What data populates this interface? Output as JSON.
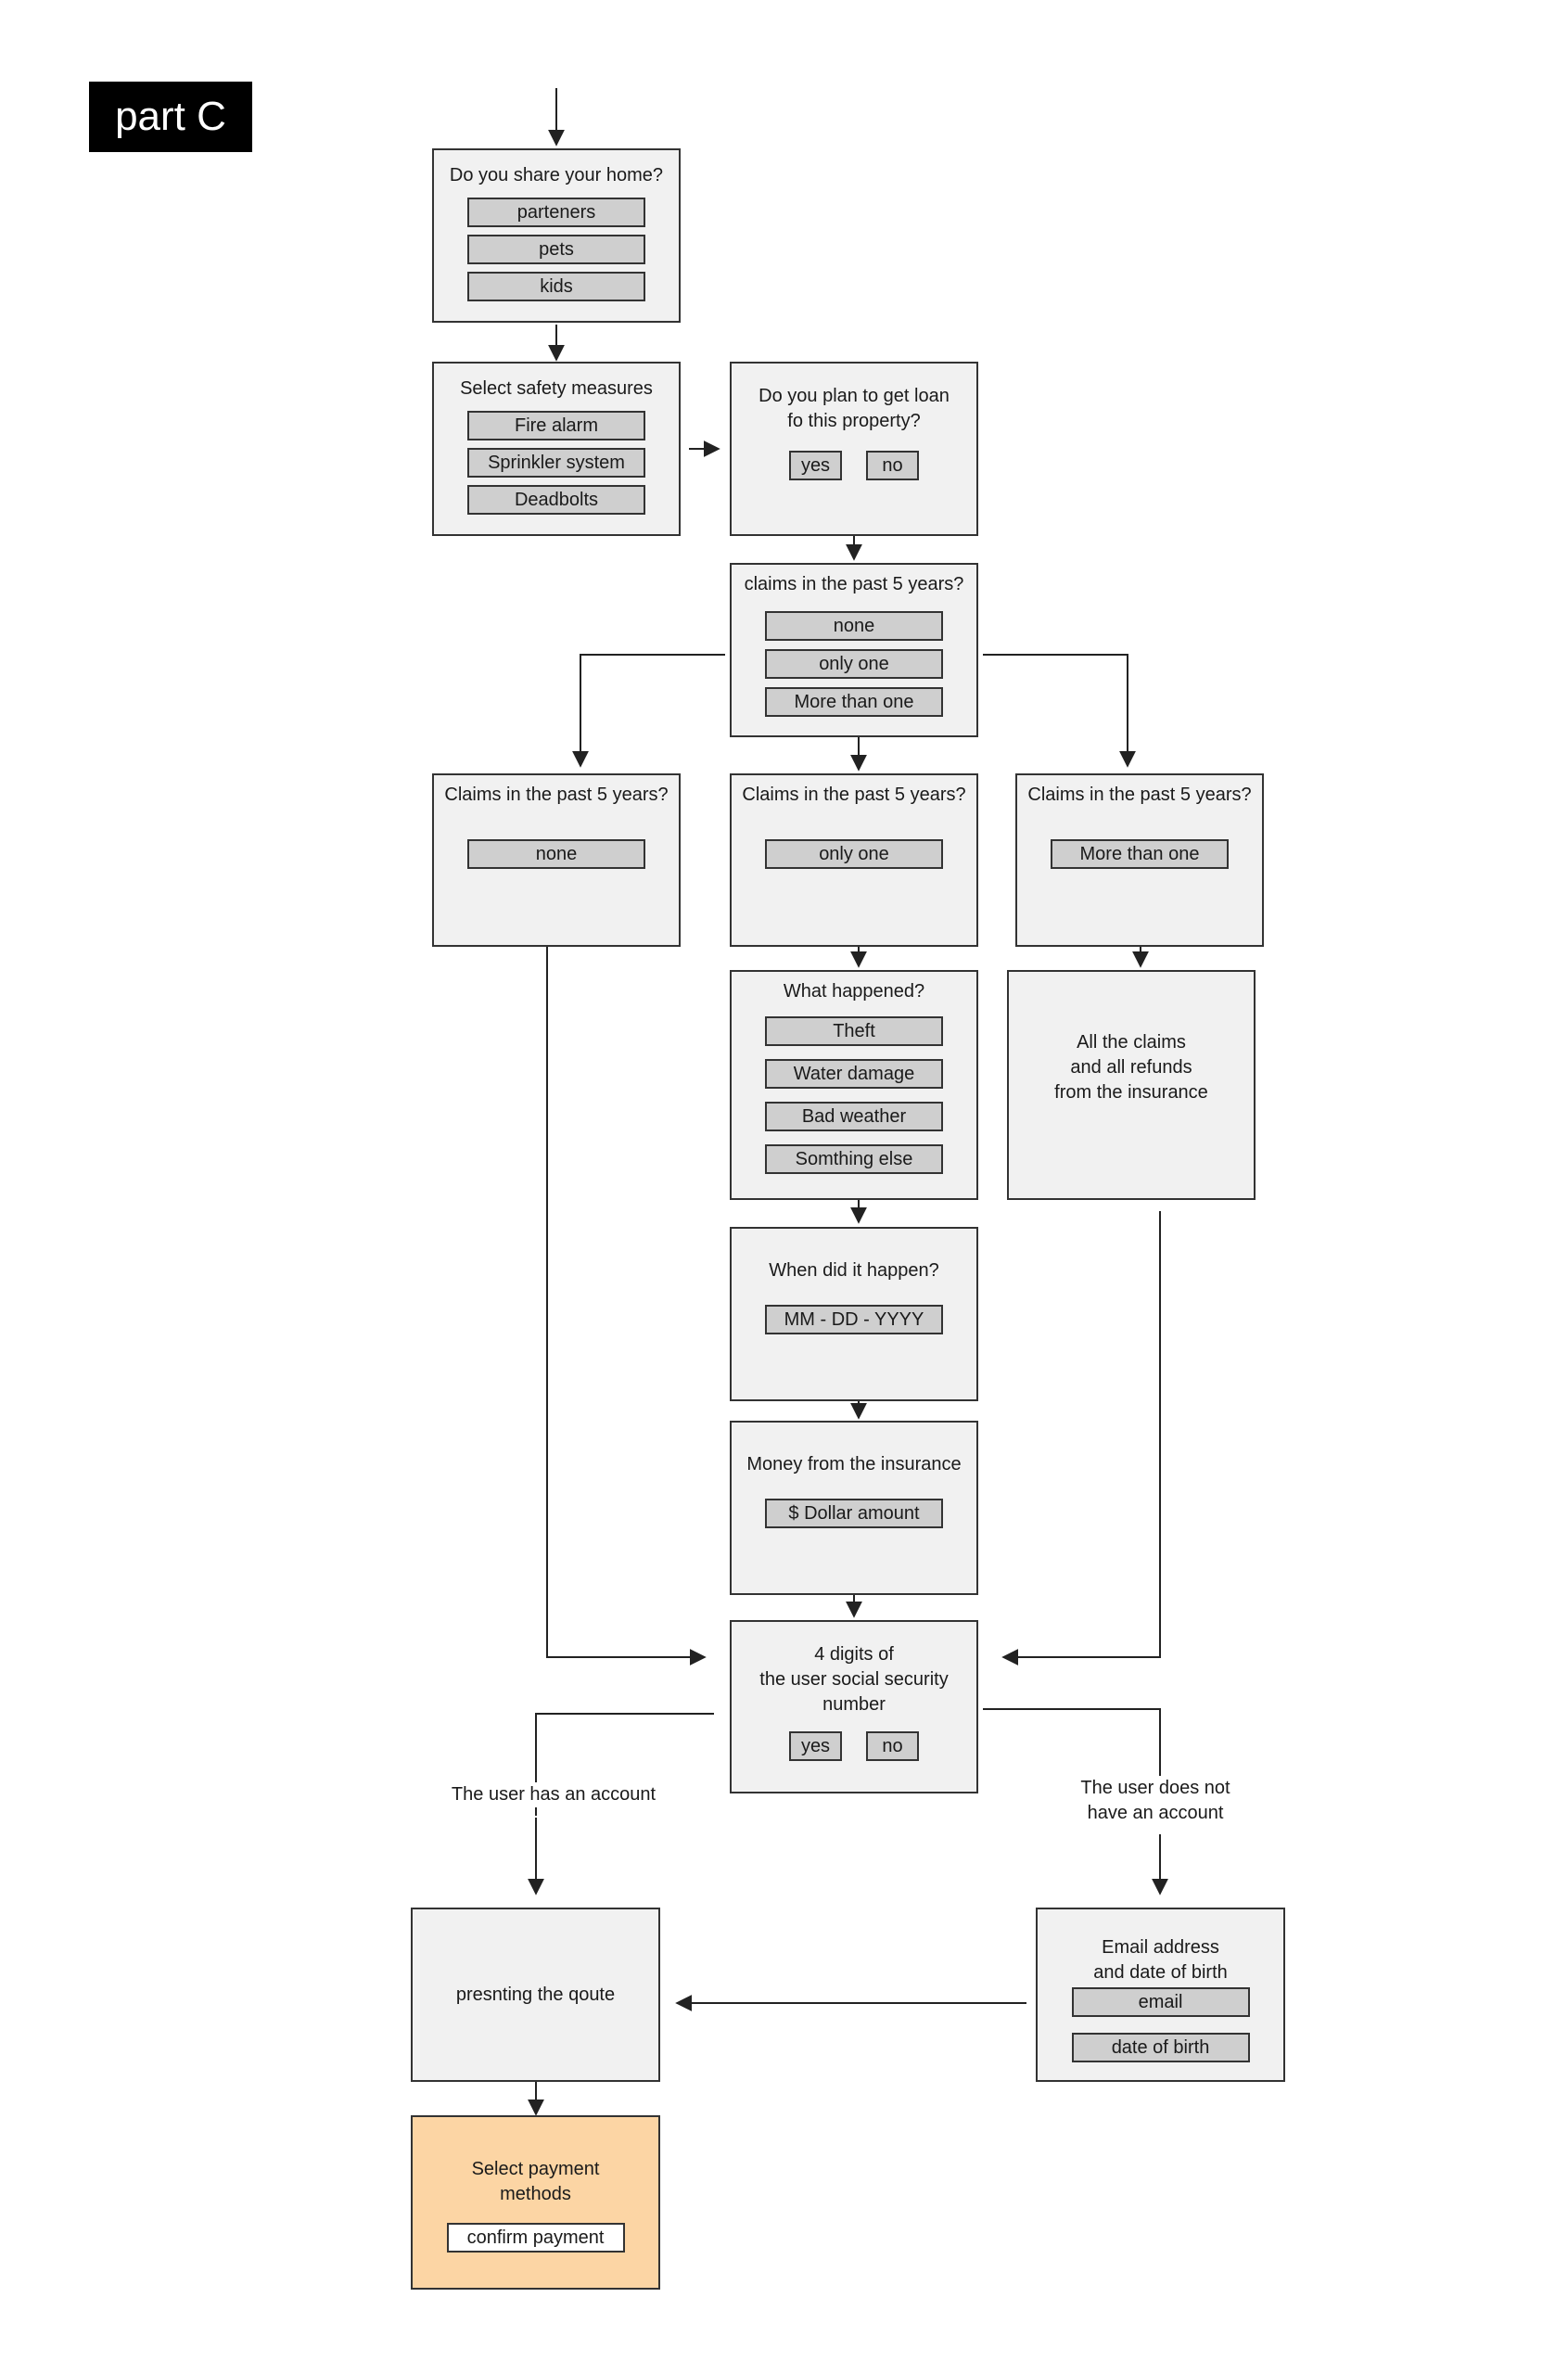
{
  "part_label": "part C",
  "share_home": {
    "question": "Do you share your home?",
    "options": [
      "parteners",
      "pets",
      "kids"
    ]
  },
  "safety": {
    "question": "Select safety measures",
    "options": [
      "Fire alarm",
      "Sprinkler system",
      "Deadbolts"
    ]
  },
  "loan": {
    "question": "Do you plan to get loan\nfo this property?",
    "yes": "yes",
    "no": "no"
  },
  "claims": {
    "question": "claims in the past 5 years?",
    "options": [
      "none",
      "only one",
      "More than one"
    ]
  },
  "claims_none": {
    "question": "Claims in the past 5 years?",
    "option": "none"
  },
  "claims_one": {
    "question": "Claims in the past 5 years?",
    "option": "only one"
  },
  "claims_more": {
    "question": "Claims in the past 5 years?",
    "option": "More than one"
  },
  "what_happened": {
    "question": "What happened?",
    "options": [
      "Theft",
      "Water damage",
      "Bad weather",
      "Somthing else"
    ]
  },
  "all_claims": {
    "text": "All the claims\nand all refunds\nfrom the insurance"
  },
  "when": {
    "question": "When did it happen?",
    "placeholder": "MM - DD - YYYY"
  },
  "money": {
    "question": "Money from the insurance",
    "placeholder": "$ Dollar amount"
  },
  "ssn": {
    "question": "4 digits of\nthe user social security\nnumber",
    "yes": "yes",
    "no": "no"
  },
  "has_account_label": "The user has an account",
  "no_account_label": "The user does not\nhave an account",
  "quote": {
    "text": "presnting the qoute"
  },
  "email_dob": {
    "question": "Email address\nand date of birth",
    "email": "email",
    "dob": "date of birth"
  },
  "payment": {
    "question": "Select payment\nmethods",
    "button": "confirm payment"
  },
  "colors": {
    "box_fill": "#f1f1f1",
    "option_fill": "#cfcfcf",
    "payment_fill": "#fcd5a4",
    "line": "#222222"
  }
}
